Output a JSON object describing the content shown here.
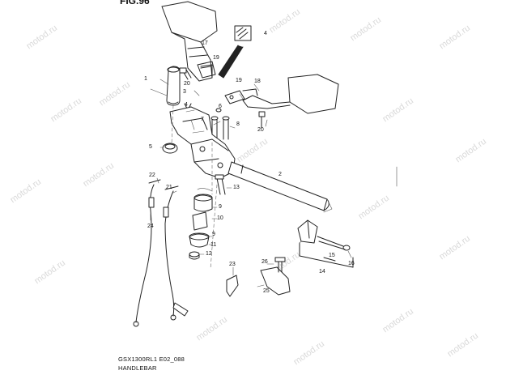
{
  "header": {
    "fig_label": "FIG.96"
  },
  "footer": {
    "model_code": "GSX1300RL1 E02_088",
    "title": "HANDLEBAR"
  },
  "watermark": {
    "text": "motod.ru"
  },
  "callouts": [
    {
      "id": "c1",
      "label": "1"
    },
    {
      "id": "c2",
      "label": "2"
    },
    {
      "id": "c3",
      "label": "3"
    },
    {
      "id": "c4",
      "label": "4"
    },
    {
      "id": "c4b",
      "label": "4"
    },
    {
      "id": "c5",
      "label": "5"
    },
    {
      "id": "c6",
      "label": "6"
    },
    {
      "id": "c7",
      "label": "7"
    },
    {
      "id": "c8",
      "label": "8"
    },
    {
      "id": "c9a",
      "label": "9"
    },
    {
      "id": "c9b",
      "label": "9"
    },
    {
      "id": "c10",
      "label": "10"
    },
    {
      "id": "c11",
      "label": "11"
    },
    {
      "id": "c12",
      "label": "12"
    },
    {
      "id": "c13",
      "label": "13"
    },
    {
      "id": "c14",
      "label": "14"
    },
    {
      "id": "c15",
      "label": "15"
    },
    {
      "id": "c16",
      "label": "16"
    },
    {
      "id": "c17",
      "label": "17"
    },
    {
      "id": "c18",
      "label": "18"
    },
    {
      "id": "c19a",
      "label": "19"
    },
    {
      "id": "c19b",
      "label": "19"
    },
    {
      "id": "c20a",
      "label": "20"
    },
    {
      "id": "c20b",
      "label": "20"
    },
    {
      "id": "c21",
      "label": "21"
    },
    {
      "id": "c22",
      "label": "22"
    },
    {
      "id": "c23",
      "label": "23"
    },
    {
      "id": "c24",
      "label": "24"
    },
    {
      "id": "c25",
      "label": "25"
    },
    {
      "id": "c26",
      "label": "26"
    }
  ],
  "colors": {
    "line": "#222222",
    "watermark": "#d9d9d9",
    "background": "#ffffff"
  }
}
